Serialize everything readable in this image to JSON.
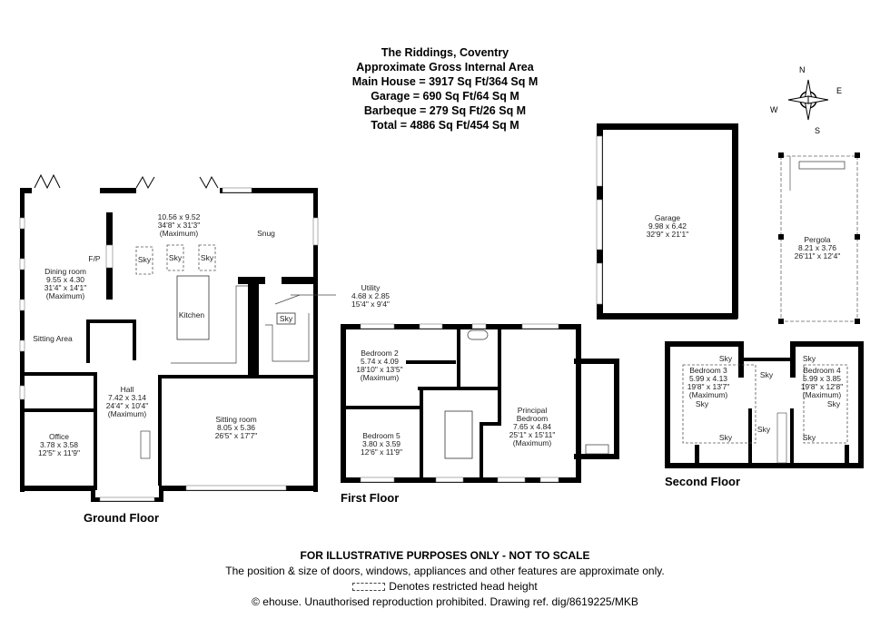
{
  "header": {
    "property": "The Riddings, Coventry",
    "subtitle": "Approximate Gross Internal Area",
    "main_house": "Main House = 3917 Sq Ft/364 Sq M",
    "garage": "Garage = 690 Sq Ft/64 Sq M",
    "barbeque": "Barbeque = 279 Sq Ft/26 Sq M",
    "total": "Total = 4886 Sq Ft/454 Sq M"
  },
  "compass": {
    "n": "N",
    "e": "E",
    "s": "S",
    "w": "W"
  },
  "ground_floor": {
    "title": "Ground Floor",
    "open_plan": [
      "10.56 x 9.52",
      "34'8\" x 31'3\"",
      "(Maximum)"
    ],
    "snug": "Snug",
    "fp": "F/P",
    "dining": [
      "Dining room",
      "9.55 x 4.30",
      "31'4\" x 14'1\"",
      "(Maximum)"
    ],
    "kitchen": "Kitchen",
    "sitting_area": "Sitting Area",
    "utility": [
      "Utility",
      "4.68 x 2.85",
      "15'4\" x 9'4\""
    ],
    "hall": [
      "Hall",
      "7.42 x 3.14",
      "24'4\" x 10'4\"",
      "(Maximum)"
    ],
    "sitting_room": [
      "Sitting room",
      "8.05 x 5.36",
      "26'5\" x 17'7\""
    ],
    "office": [
      "Office",
      "3.78 x 3.58",
      "12'5\" x 11'9\""
    ],
    "sky": "Sky"
  },
  "first_floor": {
    "title": "First Floor",
    "bedroom2": [
      "Bedroom 2",
      "5.74 x 4.09",
      "18'10\" x 13'5\"",
      "(Maximum)"
    ],
    "bedroom5": [
      "Bedroom 5",
      "3.80 x 3.59",
      "12'6\" x 11'9\""
    ],
    "principal": [
      "Principal",
      "Bedroom",
      "7.65 x 4.84",
      "25'1\" x 15'11\"",
      "(Maximum)"
    ]
  },
  "second_floor": {
    "title": "Second Floor",
    "bedroom3": [
      "Bedroom 3",
      "5.99 x 4.13",
      "19'8\" x 13'7\"",
      "(Maximum)"
    ],
    "bedroom4": [
      "Bedroom 4",
      "5.99 x 3.85",
      "19'8\" x 12'8\"",
      "(Maximum)"
    ],
    "sky": "Sky"
  },
  "garage": [
    "Garage",
    "9.98 x 6.42",
    "32'9\" x 21'1\""
  ],
  "pergola": [
    "Pergola",
    "8.21 x 3.76",
    "26'11\" x 12'4\""
  ],
  "footer": {
    "disclaimer": "FOR ILLUSTRATIVE PURPOSES ONLY - NOT TO SCALE",
    "note": "The position & size of doors, windows, appliances and other features are approximate only.",
    "restricted": "Denotes restricted head height",
    "copyright": "© ehouse. Unauthorised reproduction prohibited. Drawing ref. dig/8619225/MKB"
  }
}
